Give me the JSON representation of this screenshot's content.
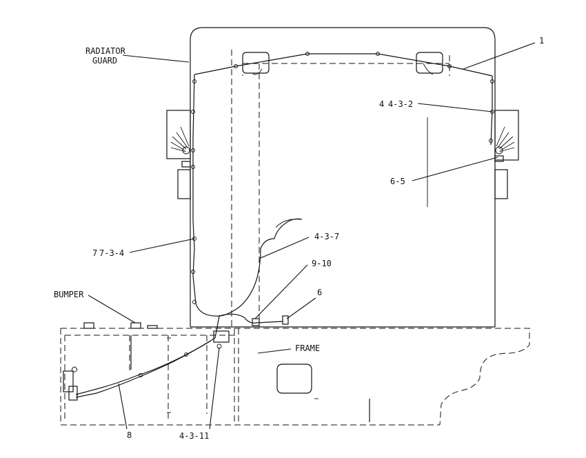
{
  "labels": {
    "radiator_guard": [
      "RADIATOR",
      "GUARD"
    ],
    "callout_1": "1",
    "callout_4_3_2": "4-3-2",
    "callout_4_prefix": "4",
    "callout_6_5": "6-5",
    "callout_7_3_4": "7-3-4",
    "callout_7_prefix": "7",
    "callout_4_3_7": "4-3-7",
    "callout_9_10": "9-10",
    "callout_6": "6",
    "bumper": "BUMPER",
    "frame": "FRAME",
    "callout_8": "8",
    "callout_4_3_11": "4-3-11"
  }
}
